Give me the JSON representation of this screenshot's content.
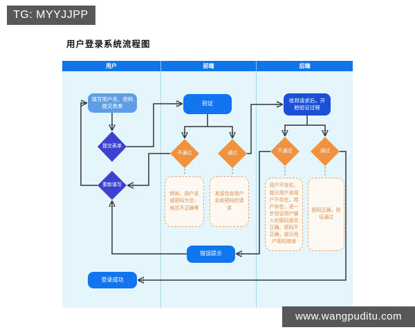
{
  "badges": {
    "tg": "TG: MYYJJPP",
    "watermark": "www.wangpuditu.com"
  },
  "title": "用户登录系统流程图",
  "lanes": [
    "用户",
    "前端",
    "后端"
  ],
  "nodes": {
    "fill_form": "填写用户名、密码提交表单",
    "submit_form": "提交表单",
    "refill": "重新填写",
    "login_success": "登录成功",
    "verify": "验证",
    "fe_fail": "不通过",
    "fe_pass": "通过",
    "receive_request": "收到请求后，开始验证过程",
    "be_fail": "不通过",
    "be_pass": "通过",
    "error_tip": "错误提示"
  },
  "notes": {
    "fe_fail": "例如，用户名或密码为空、格式不正确等",
    "fe_pass": "发送包含用户名和密码的请求",
    "be_fail": "用户不存在、提示用户该用户不存在。用户存在，进一步验证用户输入的密码是否正确。密码不正确，提示用户密码错误",
    "be_pass": "密码正确，验证通过"
  },
  "colors": {
    "header_blue": "#0e76e8",
    "lane_bg": "#e4f5fb",
    "node_blue": "#1175f0",
    "node_light_blue": "#5f9ee4",
    "node_deep_blue": "#1a4fd6",
    "diamond_indigo": "#3c41d0",
    "diamond_orange": "#f0923f",
    "note_border": "#e0a87a",
    "note_text": "#dd8a47",
    "banner_gray": "#58585a"
  }
}
